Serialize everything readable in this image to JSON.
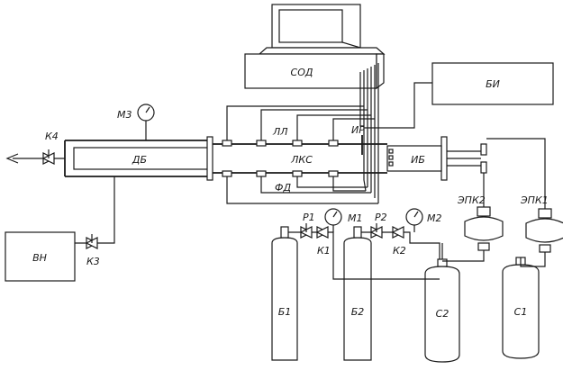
{
  "labels": {
    "computer": "СОД",
    "power": "БИ",
    "gauge_m3": "М3",
    "valve_k4": "К4",
    "tube_left": "ДБ",
    "vacuum_pump": "ВН",
    "valve_k3": "К3",
    "laser_ll": "ЛЛ",
    "ir": "ИР",
    "tube_main": "ЛКС",
    "ib": "ИБ",
    "fd": "ФД",
    "r1": "Р1",
    "m1": "М1",
    "r2": "Р2",
    "m2": "М2",
    "k1": "К1",
    "k2": "К2",
    "epk2": "ЭПК2",
    "epk1": "ЭПК1",
    "b1": "Б1",
    "b2": "Б2",
    "c2": "С2",
    "c1": "С1"
  }
}
